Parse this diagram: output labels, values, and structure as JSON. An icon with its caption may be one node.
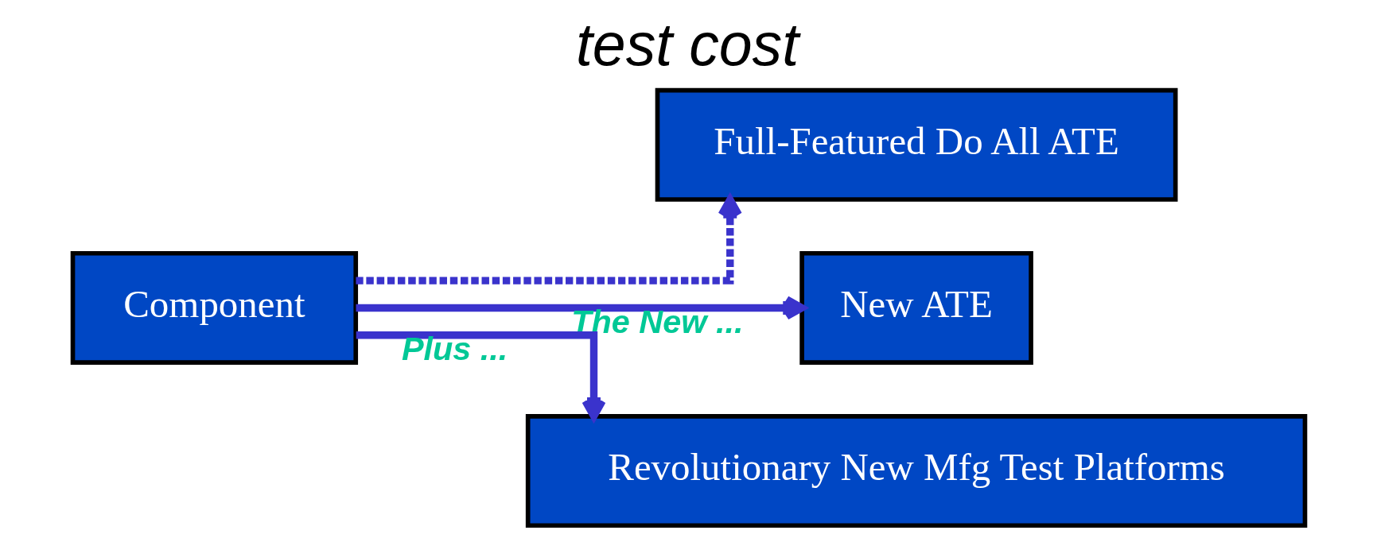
{
  "diagram": {
    "title": "test cost",
    "nodes": [
      {
        "text": [
          "Component"
        ]
      },
      {
        "text": [
          "Full-Featured Do All ATE"
        ]
      },
      {
        "text": [
          "New ATE"
        ]
      },
      {
        "text": [
          "Revolutionary New Mfg Test Platforms"
        ]
      }
    ],
    "edges": [
      {
        "from": 0,
        "to": 1,
        "arrow": "to",
        "style": "dashed"
      },
      {
        "from": 0,
        "to": 2,
        "arrow": "to",
        "label": "The New ..."
      },
      {
        "from": 0,
        "to": 3,
        "arrow": "to",
        "label": "Plus ..."
      }
    ]
  }
}
